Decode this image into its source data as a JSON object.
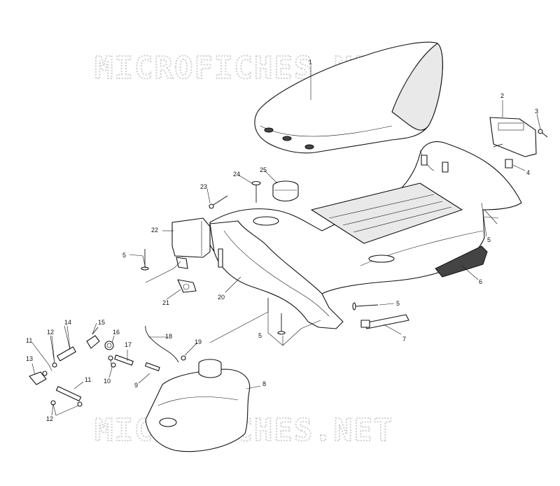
{
  "watermark": {
    "text": "MICROFICHES.NET"
  },
  "callouts": [
    {
      "id": "c1",
      "label": "1"
    },
    {
      "id": "c2",
      "label": "2"
    },
    {
      "id": "c3",
      "label": "3"
    },
    {
      "id": "c4",
      "label": "4"
    },
    {
      "id": "c5a",
      "label": "5"
    },
    {
      "id": "c6",
      "label": "6"
    },
    {
      "id": "c5b",
      "label": "5"
    },
    {
      "id": "c7",
      "label": "7"
    },
    {
      "id": "c5c",
      "label": "5"
    },
    {
      "id": "c8",
      "label": "8"
    },
    {
      "id": "c19",
      "label": "19"
    },
    {
      "id": "c18",
      "label": "18"
    },
    {
      "id": "c9",
      "label": "9"
    },
    {
      "id": "c17",
      "label": "17"
    },
    {
      "id": "c10",
      "label": "10"
    },
    {
      "id": "c16",
      "label": "16"
    },
    {
      "id": "c15",
      "label": "15"
    },
    {
      "id": "c14",
      "label": "14"
    },
    {
      "id": "c12a",
      "label": "12"
    },
    {
      "id": "c11a",
      "label": "11"
    },
    {
      "id": "c13",
      "label": "13"
    },
    {
      "id": "c11b",
      "label": "11"
    },
    {
      "id": "c12b",
      "label": "12"
    },
    {
      "id": "c20",
      "label": "20"
    },
    {
      "id": "c21",
      "label": "21"
    },
    {
      "id": "c5d",
      "label": "5"
    },
    {
      "id": "c22",
      "label": "22"
    },
    {
      "id": "c23",
      "label": "23"
    },
    {
      "id": "c24",
      "label": "24"
    },
    {
      "id": "c25",
      "label": "25"
    }
  ]
}
